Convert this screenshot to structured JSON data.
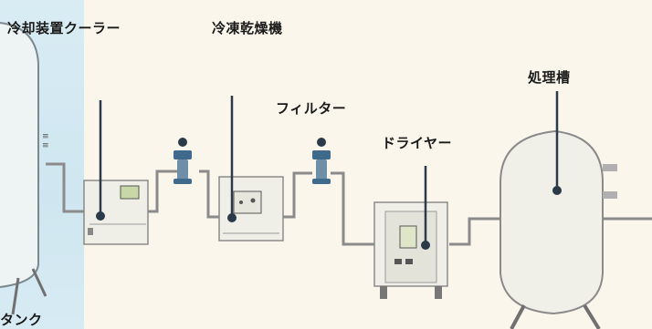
{
  "labels": {
    "cooler": "冷却装置クーラー",
    "refrigerated_dryer": "冷凍乾燥機",
    "filter": "フィルター",
    "dryer": "ドライヤー",
    "treatment_tank": "処理槽",
    "tank": "タンク"
  },
  "colors": {
    "background": "#fbf6ec",
    "left_panel": "#d2e8f2",
    "line": "#7a7a7a",
    "equipment_fill": "#efefe9",
    "equipment_stroke": "#8a8a8a",
    "filter_blue": "#3f6a8c",
    "dot": "#2a3a48"
  }
}
